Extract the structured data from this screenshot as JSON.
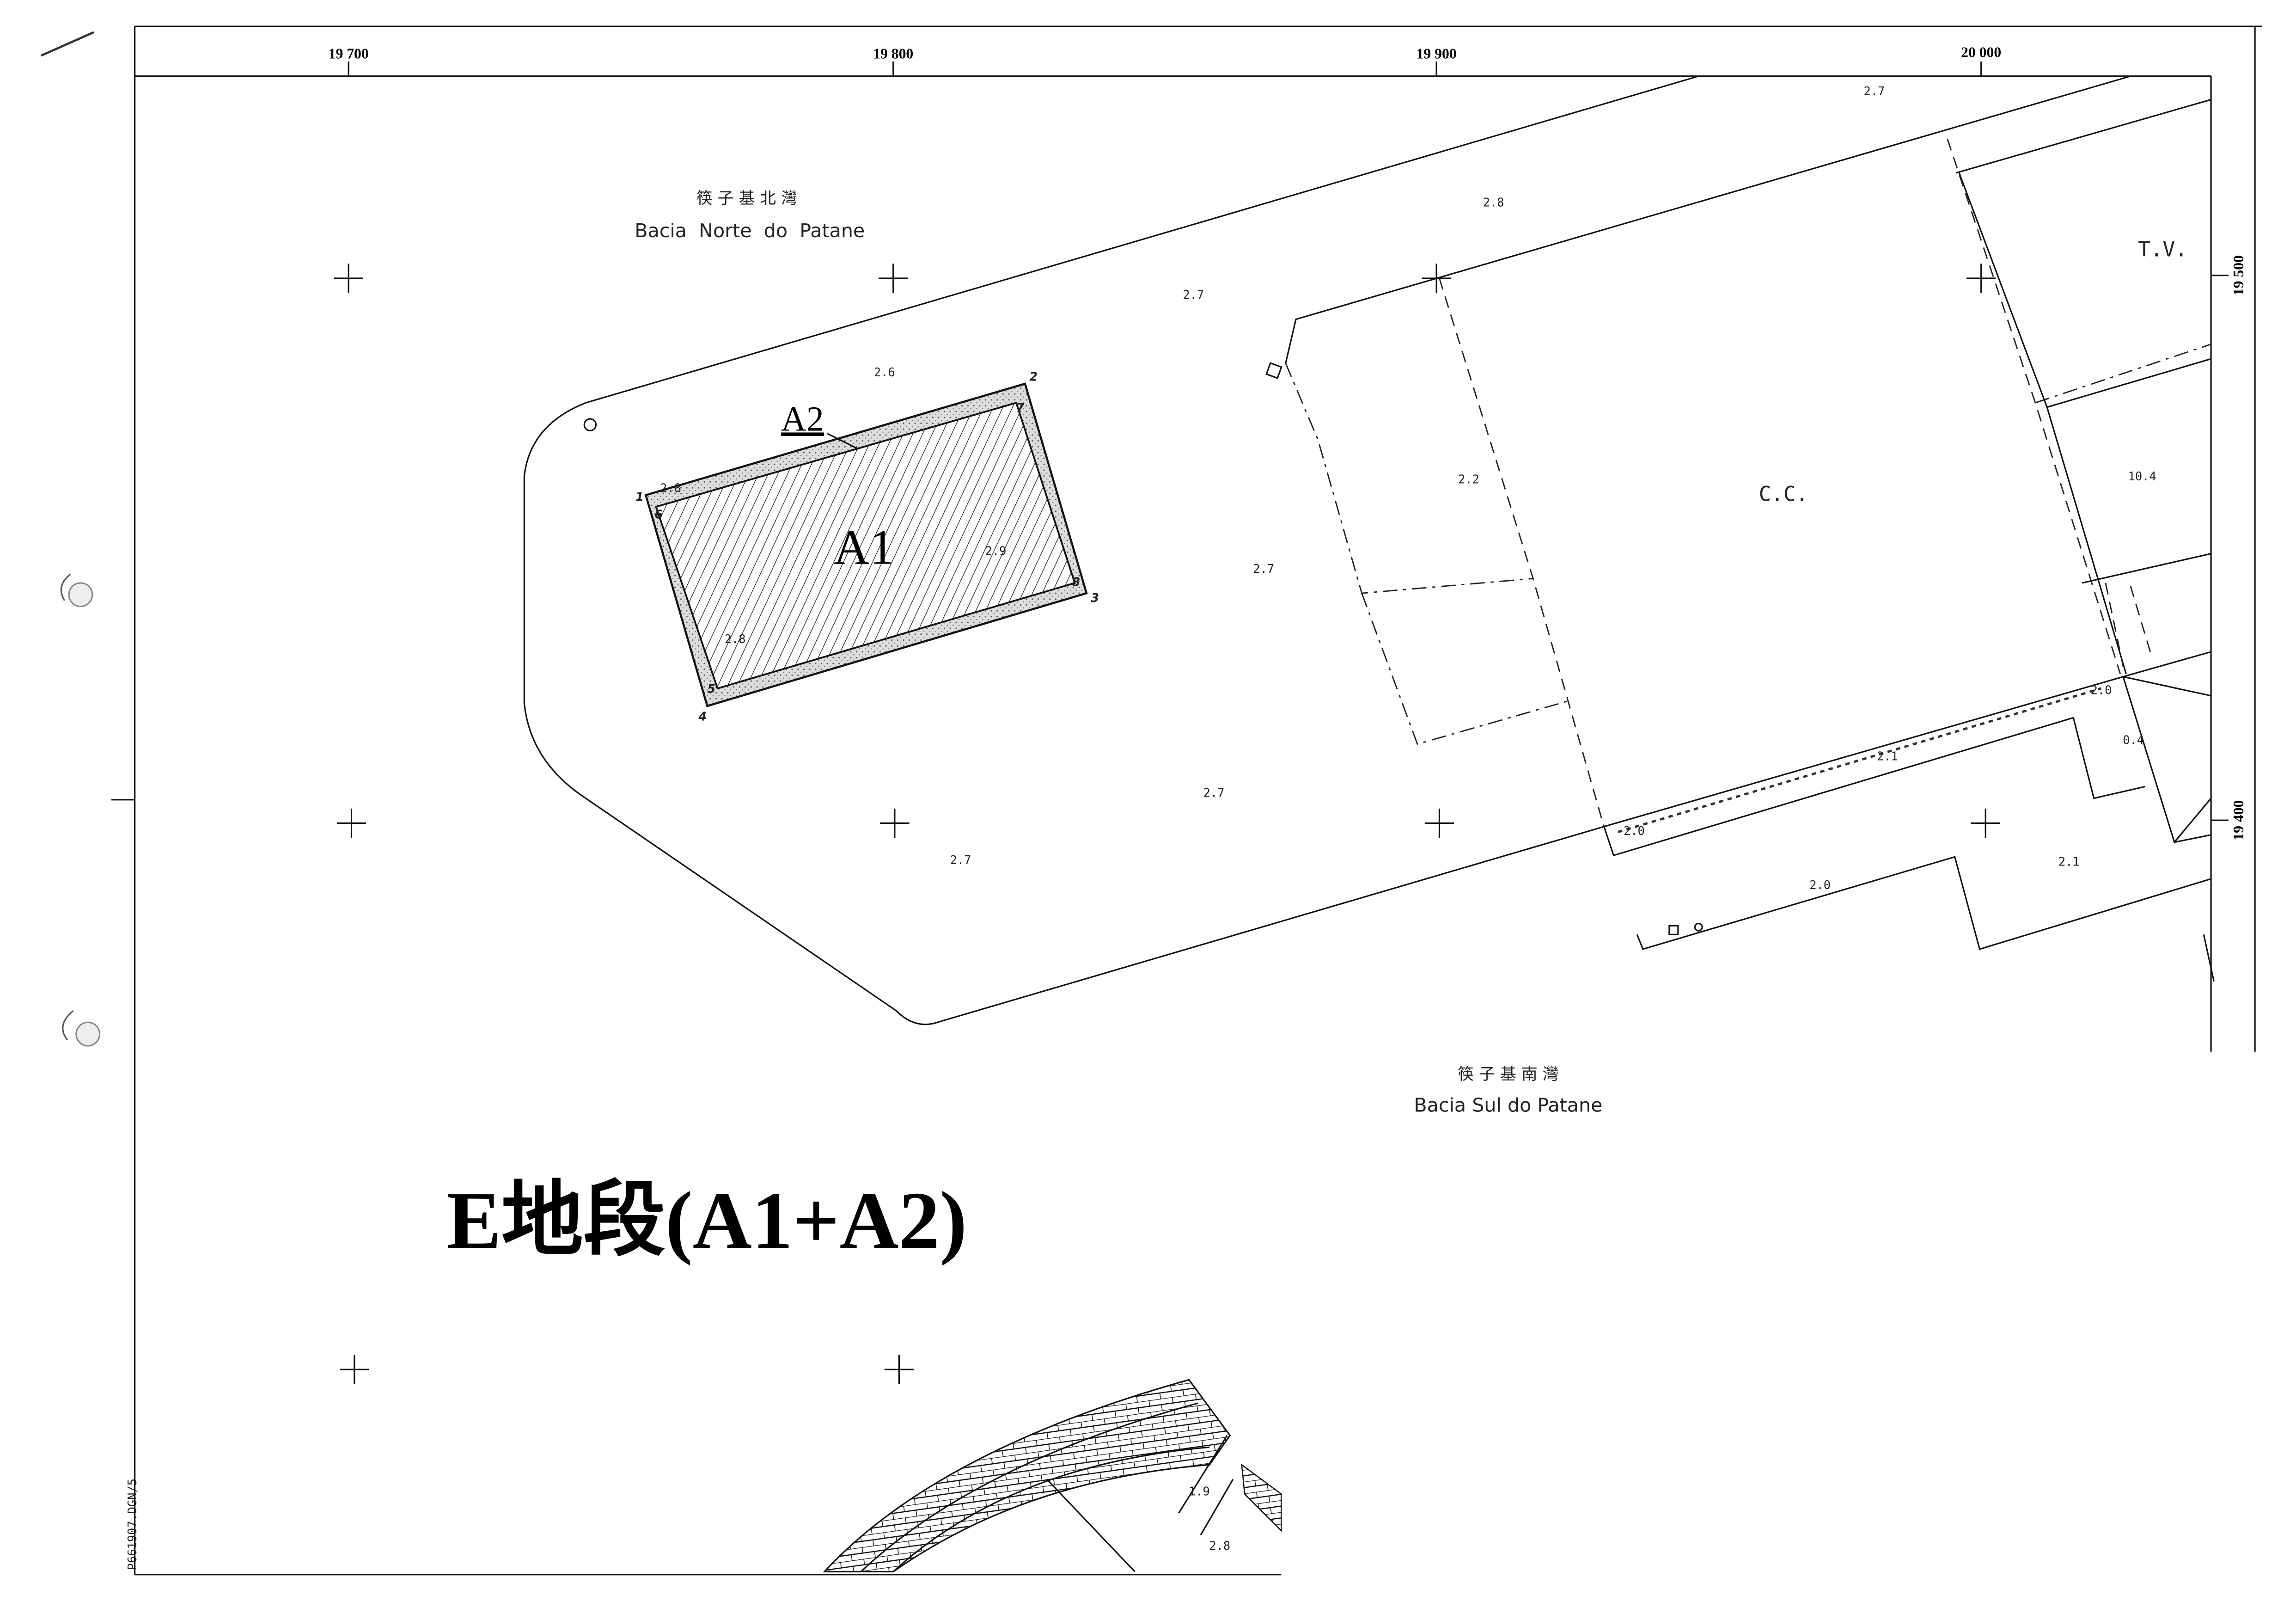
{
  "grid": {
    "x_labels": [
      "19 700",
      "19 800",
      "19 900",
      "20 000"
    ],
    "y_labels": [
      "19 500",
      "19 400"
    ]
  },
  "north_basin": {
    "chinese": "筷 子 基 北 灣",
    "portuguese": "Bacia  Norte  do  Patane"
  },
  "south_basin": {
    "chinese": "筷 子 基 南 灣",
    "portuguese": "Bacia Sul do Patane"
  },
  "plot": {
    "title": "E地段(A1+A2)",
    "area_a1": "A1",
    "area_a2": "A2",
    "points": [
      "1",
      "2",
      "3",
      "4",
      "5",
      "6",
      "7",
      "8"
    ]
  },
  "labels": {
    "cc": "C.C.",
    "tv": "T.V."
  },
  "elevations": [
    "2.7",
    "2.8",
    "2.7",
    "2.6",
    "2.8",
    "2.9",
    "2.8",
    "2.2",
    "2.7",
    "10.4",
    "2.0",
    "0.4",
    "2.1",
    "2.0",
    "2.7",
    "2.7",
    "2.1",
    "2.0",
    "1.9",
    "2.8"
  ],
  "file_ref": "P661907.DGN/5",
  "colors": {
    "ink": "#111111",
    "paper": "#ffffff"
  }
}
